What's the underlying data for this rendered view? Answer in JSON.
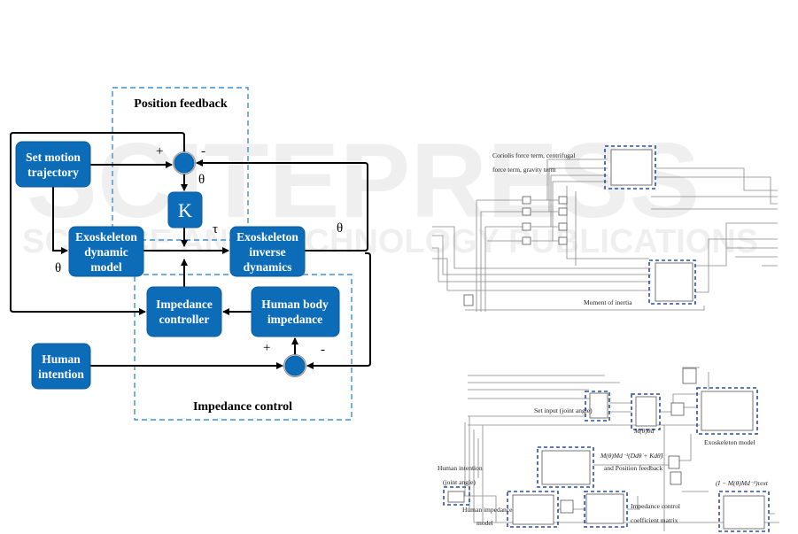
{
  "watermark": {
    "main": "SCITEPRESS",
    "sub": "SCIENCE AND TECHNOLOGY PUBLICATIONS"
  },
  "block_diagram": {
    "groups": {
      "position_feedback": "Position feedback",
      "impedance_control": "Impedance control"
    },
    "blocks": {
      "set_motion": [
        "Set motion",
        "trajectory"
      ],
      "k": "K",
      "dynamic_model": [
        "Exoskeleton",
        "dynamic",
        "model"
      ],
      "inverse_dynamics": [
        "Exoskeleton",
        "inverse",
        "dynamics"
      ],
      "impedance_controller": [
        "Impedance",
        "controller"
      ],
      "human_body": [
        "Human body",
        "impedance"
      ],
      "human_intention": [
        "Human",
        "intention"
      ]
    },
    "signals": {
      "theta": "θ",
      "tau": "τ",
      "plus": "+",
      "minus": "-"
    }
  },
  "simulink_top": {
    "labels": [
      "Coriolis force term, centrifugal",
      "force term, gravity term",
      "Moment of inertia"
    ]
  },
  "simulink_bottom": {
    "labels": {
      "set_input": "Set input (joint angle)",
      "m_theta": "M(θ)θ̈d",
      "exo_model": "Exoskeleton model",
      "feedback_eq": "M(θ)Md⁻¹(Ddθ̇ + Kdθ̃)",
      "feedback_txt": "and Position feedback",
      "human_intention": "Human intention",
      "joint_angle": "(joint angle)",
      "human_impedance": "Human impedance",
      "model": "model",
      "imp_control": "Impedance control",
      "coef": "coefficient matrix",
      "tau_ext": "(I − M(θ)Md⁻¹)τext"
    }
  }
}
